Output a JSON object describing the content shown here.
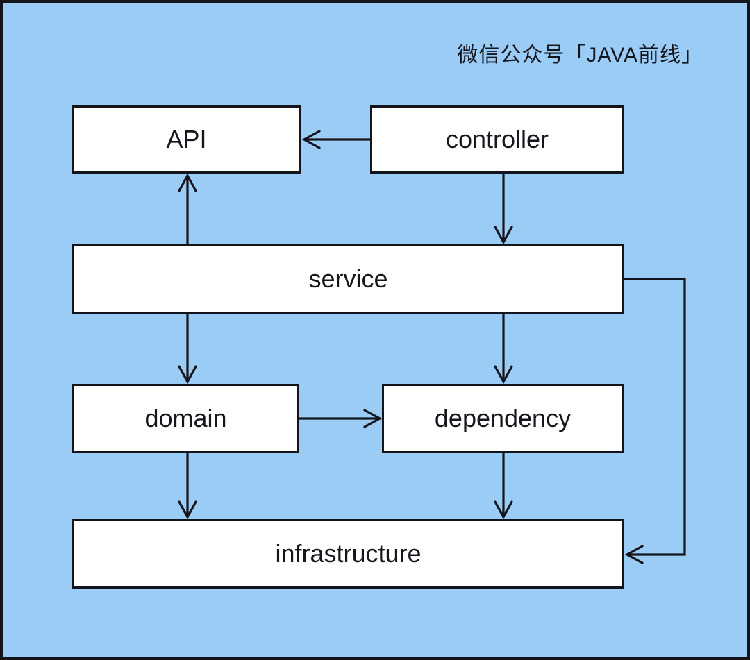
{
  "watermark": "微信公众号「JAVA前线」",
  "diagram": {
    "title": "layered-architecture-dependency-diagram",
    "nodes": [
      {
        "id": "api",
        "label": "API"
      },
      {
        "id": "controller",
        "label": "controller"
      },
      {
        "id": "service",
        "label": "service"
      },
      {
        "id": "domain",
        "label": "domain"
      },
      {
        "id": "dependency",
        "label": "dependency"
      },
      {
        "id": "infrastructure",
        "label": "infrastructure"
      }
    ],
    "edges": [
      {
        "from": "controller",
        "to": "api"
      },
      {
        "from": "controller",
        "to": "service"
      },
      {
        "from": "service",
        "to": "api"
      },
      {
        "from": "service",
        "to": "domain"
      },
      {
        "from": "service",
        "to": "dependency"
      },
      {
        "from": "domain",
        "to": "dependency"
      },
      {
        "from": "domain",
        "to": "infrastructure"
      },
      {
        "from": "dependency",
        "to": "infrastructure"
      },
      {
        "from": "service",
        "to": "infrastructure"
      }
    ]
  },
  "colors": {
    "background": "#9bccf5",
    "line": "#14141c",
    "box_fill": "#ffffff",
    "text": "#16161e"
  }
}
